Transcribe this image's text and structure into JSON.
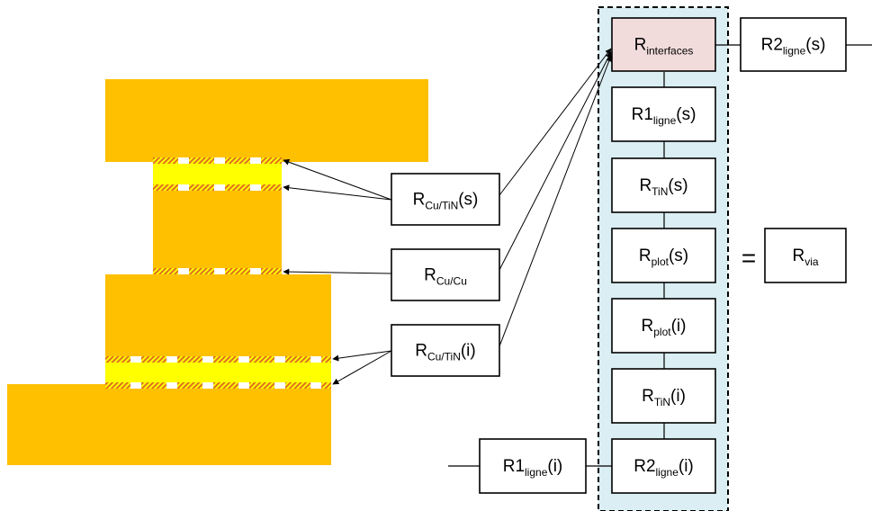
{
  "colors": {
    "copper": "#FFC000",
    "tin": "#FFFF00",
    "interface_hatch": "#E07020",
    "stack_background": "#DAEEF3",
    "interfaces_box_fill": "#F2DCDB",
    "box_stroke": "#000000"
  },
  "labels": {
    "cutin_s": {
      "main": "R",
      "sub": "Cu/TiN",
      "suffix": "(s)"
    },
    "cucu": {
      "main": "R",
      "sub": "Cu/Cu",
      "suffix": ""
    },
    "cutin_i": {
      "main": "R",
      "sub": "Cu/TiN",
      "suffix": "(i)"
    },
    "interfaces": {
      "main": "R",
      "sub": "interfaces",
      "suffix": ""
    },
    "r1_ligne_s": {
      "main": "R1",
      "sub": "ligne",
      "suffix": "(s)"
    },
    "rtin_s": {
      "main": "R",
      "sub": "TiN",
      "suffix": "(s)"
    },
    "rplot_s": {
      "main": "R",
      "sub": "plot",
      "suffix": "(s)"
    },
    "rplot_i": {
      "main": "R",
      "sub": "plot",
      "suffix": "(i)"
    },
    "rtin_i": {
      "main": "R",
      "sub": "TiN",
      "suffix": "(i)"
    },
    "r2_ligne_i": {
      "main": "R2",
      "sub": "ligne",
      "suffix": "(i)"
    },
    "r2_ligne_s": {
      "main": "R2",
      "sub": "ligne",
      "suffix": "(s)"
    },
    "r1_ligne_i": {
      "main": "R1",
      "sub": "ligne",
      "suffix": "(i)"
    },
    "rvia": {
      "main": "R",
      "sub": "via",
      "suffix": ""
    },
    "equals": "="
  }
}
